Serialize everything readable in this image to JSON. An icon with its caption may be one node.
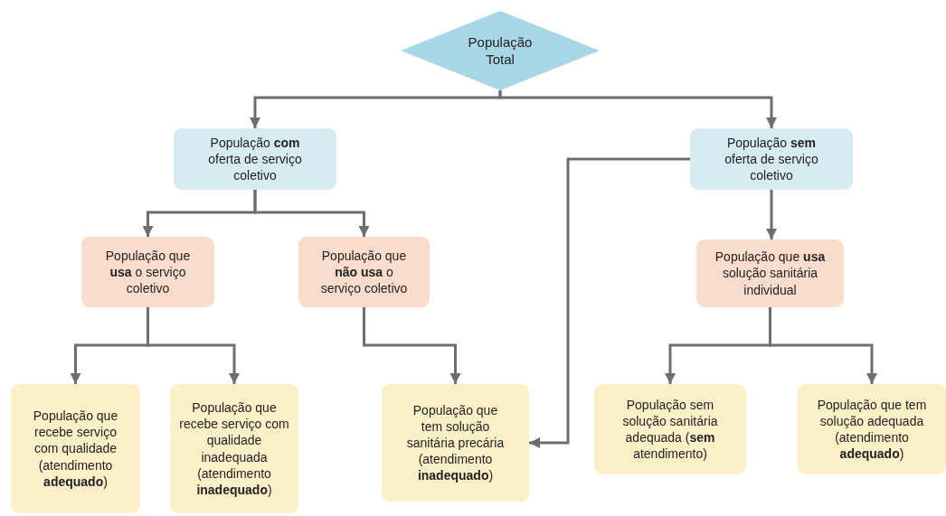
{
  "diagram": {
    "nodes": [
      {
        "text": [
          "População Total"
        ]
      },
      {
        "text": [
          "População **com** oferta de serviço coletivo"
        ]
      },
      {
        "text": [
          "População **sem** oferta de serviço coletivo"
        ]
      },
      {
        "text": [
          "População que **usa** o serviço coletivo"
        ]
      },
      {
        "text": [
          "População que **não usa** o serviço coletivo"
        ]
      },
      {
        "text": [
          "População que **usa** solução sanitária individual"
        ]
      },
      {
        "text": [
          "População que recebe serviço com qualidade (atendimento **adequado**)"
        ]
      },
      {
        "text": [
          "População que recebe serviço com qualidade inadequada (atendimento **inadequado**)"
        ]
      },
      {
        "text": [
          "População que tem solução sanitária precária (atendimento **inadequado**)"
        ]
      },
      {
        "text": [
          "População sem solução sanitária adequada (**sem** atendimento)"
        ]
      },
      {
        "text": [
          "População que tem solução adequada (atendimento **adequado**)"
        ]
      }
    ],
    "edges": [
      {
        "from": 0,
        "to": 1,
        "arrow": "to"
      },
      {
        "from": 0,
        "to": 2,
        "arrow": "to"
      },
      {
        "from": 1,
        "to": 3,
        "arrow": "to"
      },
      {
        "from": 1,
        "to": 4,
        "arrow": "to"
      },
      {
        "from": 2,
        "to": 8,
        "arrow": "to"
      },
      {
        "from": 2,
        "to": 5,
        "arrow": "to"
      },
      {
        "from": 3,
        "to": 6,
        "arrow": "to"
      },
      {
        "from": 3,
        "to": 7,
        "arrow": "to"
      },
      {
        "from": 4,
        "to": 8,
        "arrow": "to"
      },
      {
        "from": 5,
        "to": 9,
        "arrow": "to"
      },
      {
        "from": 5,
        "to": 10,
        "arrow": "to"
      }
    ]
  }
}
